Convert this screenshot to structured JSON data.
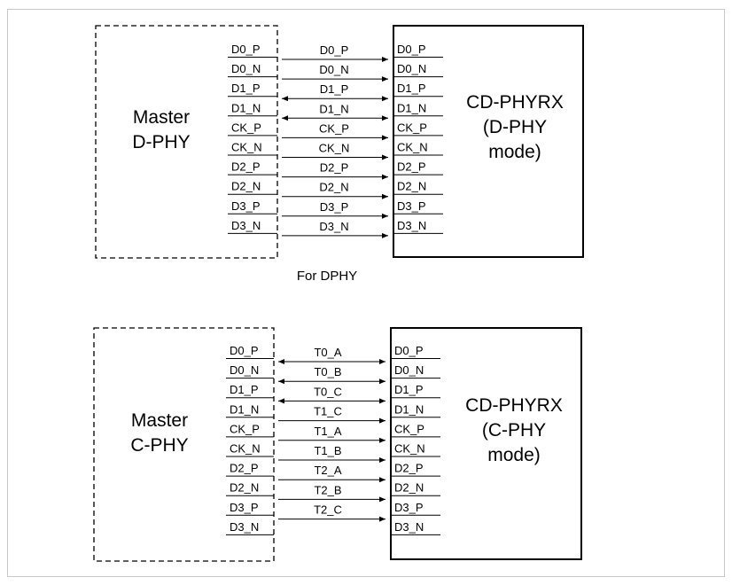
{
  "caption": "For DPHY",
  "diagrams": [
    {
      "master_lines": [
        "Master",
        "D-PHY"
      ],
      "receiver_lines": [
        "CD-PHYRX",
        "(D-PHY",
        "mode)"
      ],
      "master_pins": [
        "D0_P",
        "D0_N",
        "D1_P",
        "D1_N",
        "CK_P",
        "CK_N",
        "D2_P",
        "D2_N",
        "D3_P",
        "D3_N"
      ],
      "receiver_pins": [
        "D0_P",
        "D0_N",
        "D1_P",
        "D1_N",
        "CK_P",
        "CK_N",
        "D2_P",
        "D2_N",
        "D3_P",
        "D3_N"
      ],
      "wires": [
        {
          "label": "D0_P",
          "direction": "to-receiver"
        },
        {
          "label": "D0_N",
          "direction": "to-receiver"
        },
        {
          "label": "D1_P",
          "direction": "bidirectional"
        },
        {
          "label": "D1_N",
          "direction": "bidirectional"
        },
        {
          "label": "CK_P",
          "direction": "to-receiver"
        },
        {
          "label": "CK_N",
          "direction": "to-receiver"
        },
        {
          "label": "D2_P",
          "direction": "to-receiver"
        },
        {
          "label": "D2_N",
          "direction": "to-receiver"
        },
        {
          "label": "D3_P",
          "direction": "to-receiver"
        },
        {
          "label": "D3_N",
          "direction": "to-receiver"
        }
      ]
    },
    {
      "master_lines": [
        "Master",
        "C-PHY"
      ],
      "receiver_lines": [
        "CD-PHYRX",
        "(C-PHY",
        "mode)"
      ],
      "master_pins": [
        "D0_P",
        "D0_N",
        "D1_P",
        "D1_N",
        "CK_P",
        "CK_N",
        "D2_P",
        "D2_N",
        "D3_P",
        "D3_N"
      ],
      "receiver_pins": [
        "D0_P",
        "D0_N",
        "D1_P",
        "D1_N",
        "CK_P",
        "CK_N",
        "D2_P",
        "D2_N",
        "D3_P",
        "D3_N"
      ],
      "wires": [
        {
          "label": "T0_A",
          "direction": "bidirectional"
        },
        {
          "label": "T0_B",
          "direction": "bidirectional"
        },
        {
          "label": "T0_C",
          "direction": "bidirectional"
        },
        {
          "label": "T1_C",
          "direction": "to-receiver"
        },
        {
          "label": "T1_A",
          "direction": "to-receiver"
        },
        {
          "label": "T1_B",
          "direction": "to-receiver"
        },
        {
          "label": "T2_A",
          "direction": "to-receiver"
        },
        {
          "label": "T2_B",
          "direction": "to-receiver"
        },
        {
          "label": "T2_C",
          "direction": "to-receiver"
        }
      ]
    }
  ],
  "colors": {
    "stroke": "#000000",
    "frame": "#c8c8c8",
    "background": "#ffffff"
  }
}
